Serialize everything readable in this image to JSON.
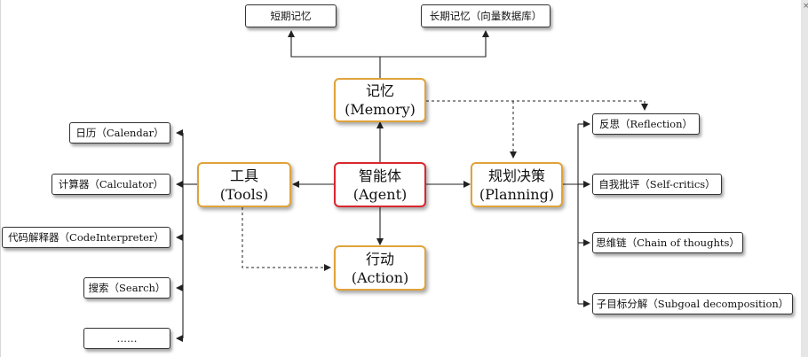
{
  "agent": {
    "title": "智能体",
    "subtitle": "(Agent)"
  },
  "memory": {
    "title": "记忆",
    "subtitle": "(Memory)",
    "children": [
      "短期记忆",
      "长期记忆（向量数据库）"
    ]
  },
  "tools": {
    "title": "工具",
    "subtitle": "(Tools)",
    "children": [
      "日历（Calendar）",
      "计算器（Calculator）",
      "代码解释器（CodeInterpreter）",
      "搜索（Search）",
      "……"
    ]
  },
  "planning": {
    "title": "规划决策",
    "subtitle": "(Planning)",
    "children": [
      "反思（Reflection）",
      "自我批评（Self-critics）",
      "思维链（Chain of thoughts）",
      "子目标分解（Subgoal decomposition）"
    ]
  },
  "action": {
    "title": "行动",
    "subtitle": "(Action)"
  },
  "colors": {
    "core_border": "#e0a33a",
    "agent_border": "#d9272e",
    "line": "#222222"
  }
}
